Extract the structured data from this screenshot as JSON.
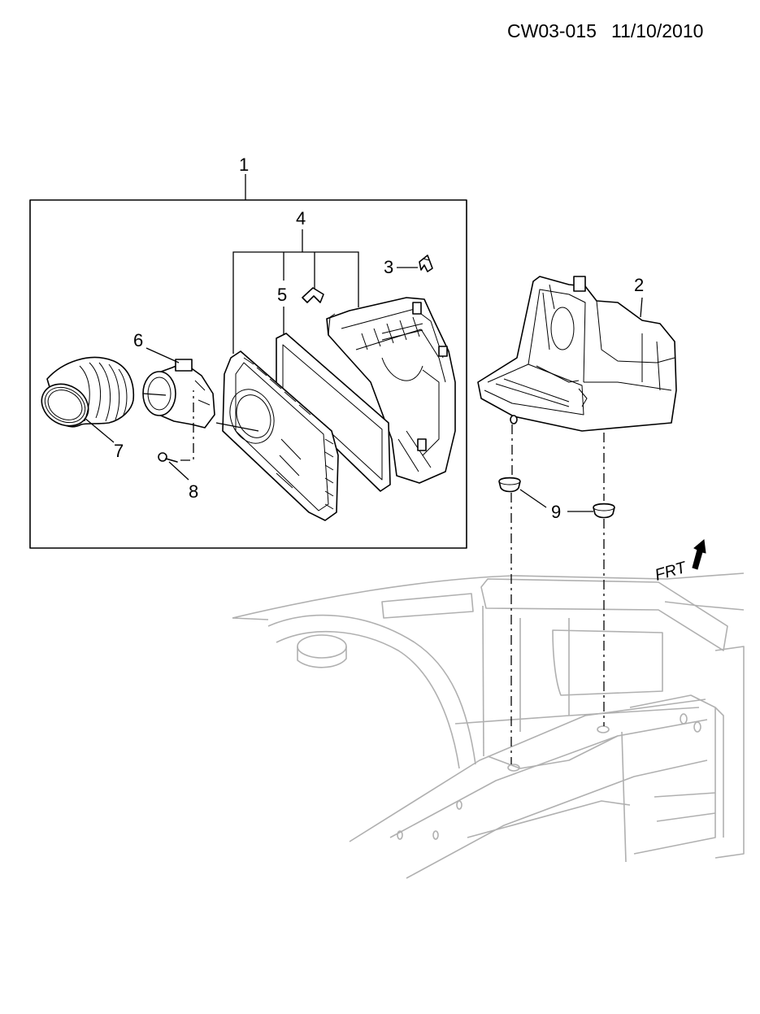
{
  "header": {
    "doc_code": "CW03-015",
    "doc_date": "11/10/2010"
  },
  "callouts": [
    {
      "id": "1",
      "label": "1"
    },
    {
      "id": "2",
      "label": "2"
    },
    {
      "id": "3",
      "label": "3"
    },
    {
      "id": "4",
      "label": "4"
    },
    {
      "id": "5",
      "label": "5"
    },
    {
      "id": "6",
      "label": "6"
    },
    {
      "id": "7",
      "label": "7"
    },
    {
      "id": "8",
      "label": "8"
    },
    {
      "id": "9",
      "label": "9"
    }
  ],
  "direction_marker": {
    "label": "FRT",
    "icon": "front-arrow-icon"
  },
  "colors": {
    "ink": "#000000",
    "vehicle_body": "#b0b0b0",
    "background": "#ffffff"
  }
}
